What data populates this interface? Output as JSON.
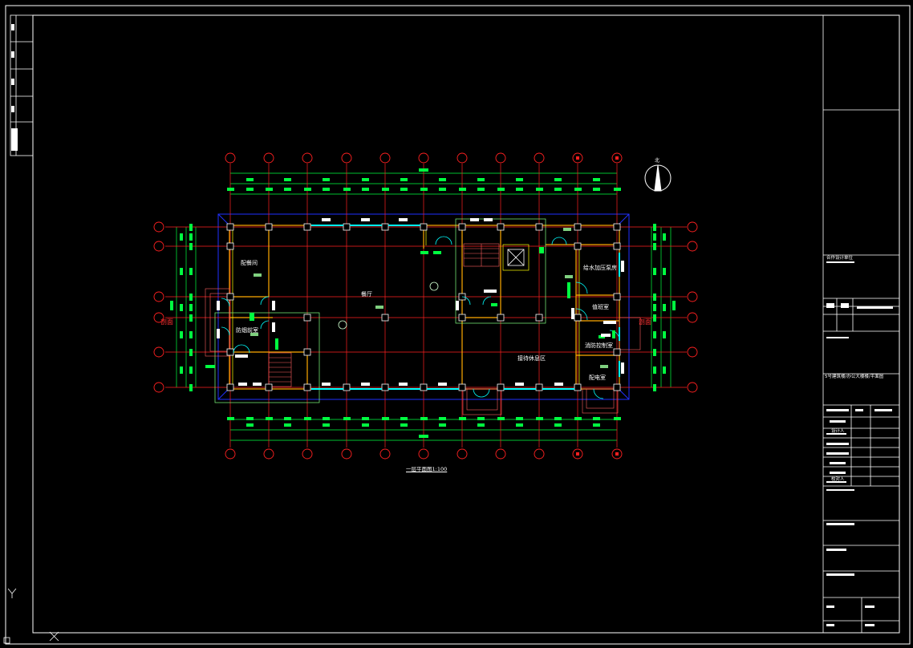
{
  "drawing": {
    "title": "一层平面图1:100",
    "north_label": "北",
    "section_label_left": "剖面",
    "section_label_right": "剖面"
  },
  "rooms": [
    {
      "id": "pantry",
      "label": "配餐间"
    },
    {
      "id": "dining",
      "label": "餐厅"
    },
    {
      "id": "smoke_lobby",
      "label": "防烟前室"
    },
    {
      "id": "pump_room",
      "label": "给水加压泵房"
    },
    {
      "id": "duty_room",
      "label": "值班室"
    },
    {
      "id": "fire_control",
      "label": "消防控制室"
    },
    {
      "id": "reception",
      "label": "接待休息区"
    },
    {
      "id": "power_room",
      "label": "配电室"
    }
  ],
  "title_block": {
    "designer_unit": "合作设计单位",
    "project_line": "5号建筑楼/办公大楼楼/平面图",
    "row_labels": [
      "设计人",
      "校对人"
    ]
  },
  "colors": {
    "background": "#000000",
    "frame": "#ffffff",
    "axis": "#ff2020",
    "wall": "#ffaa00",
    "green": "#00ff40",
    "blue": "#2020ff",
    "cyan": "#00ffff",
    "yellow": "#ffff00"
  }
}
